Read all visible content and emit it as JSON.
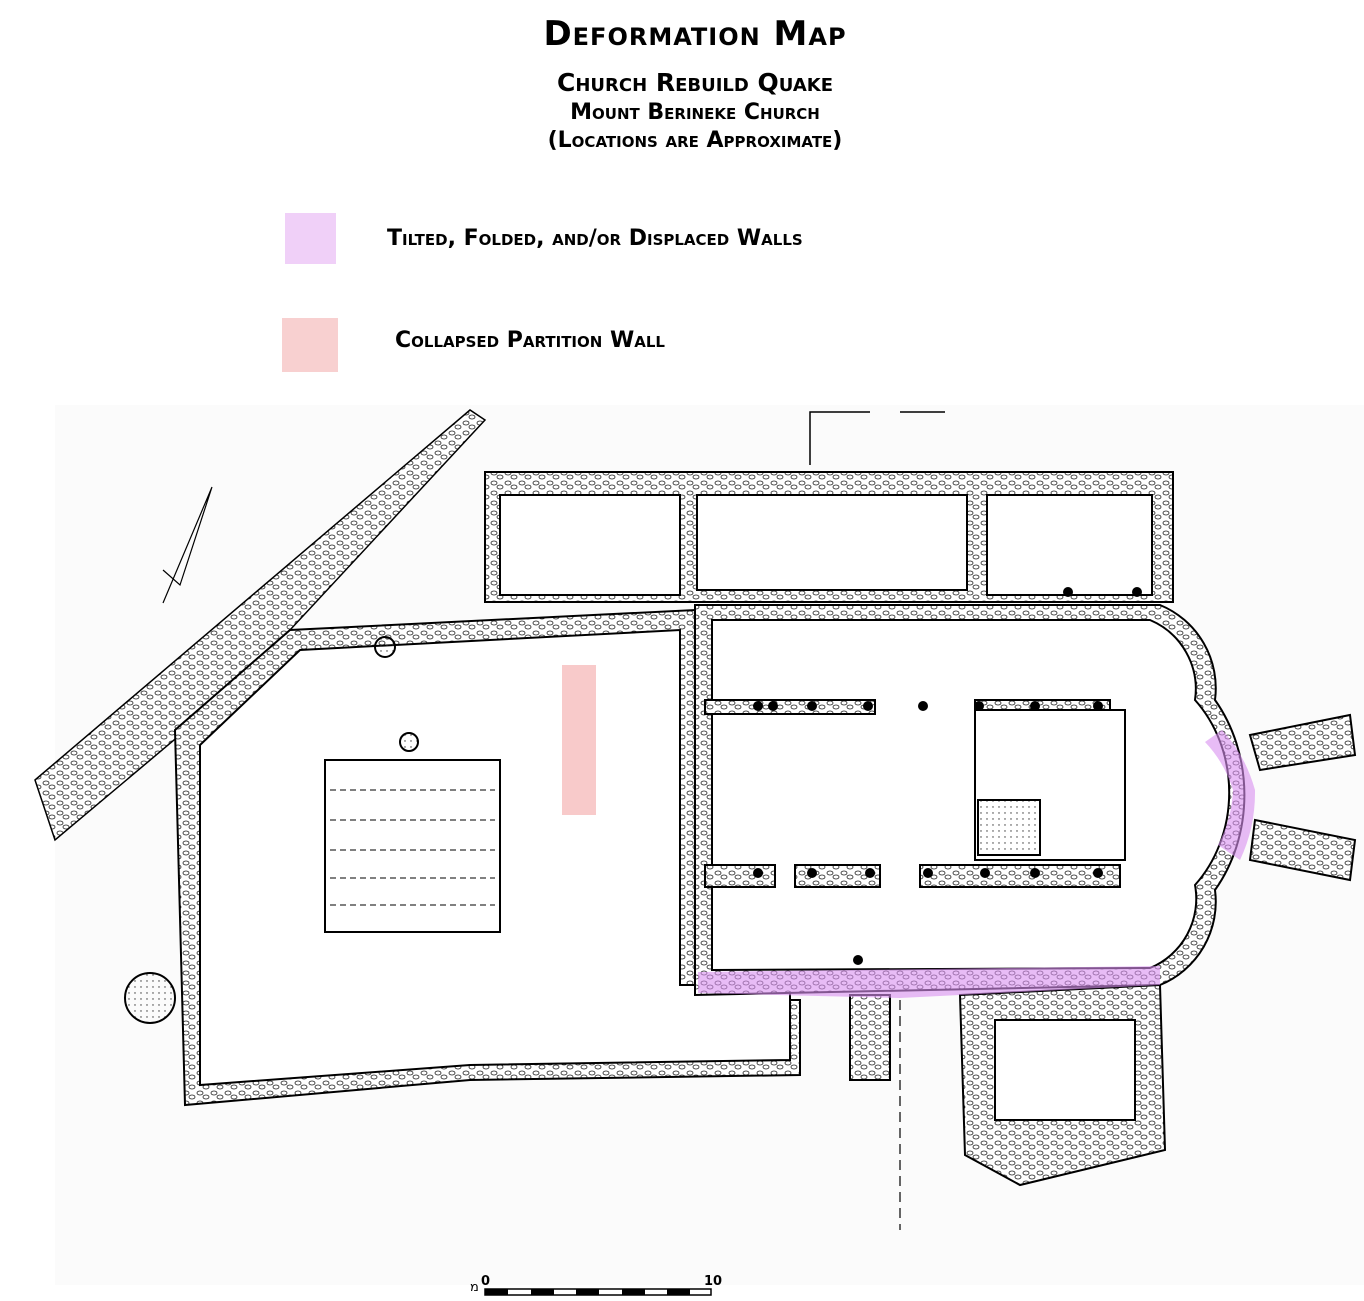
{
  "title": "Deformation Map",
  "subtitle": "Church Rebuild Quake",
  "site": "Mount Berineke Church",
  "note": "(Locations are Approximate)",
  "legend": [
    {
      "label": "Tilted, Folded, and/or Displaced Walls",
      "color": "#f0d0f8"
    },
    {
      "label": "Collapsed Partition Wall",
      "color": "#f8d0d0"
    }
  ],
  "highlight_colors": {
    "tilted_walls": "#d890f0",
    "collapsed_wall": "#f6b8b8"
  },
  "scale_bar": {
    "start": "0",
    "end": "10",
    "unit": "מ"
  }
}
